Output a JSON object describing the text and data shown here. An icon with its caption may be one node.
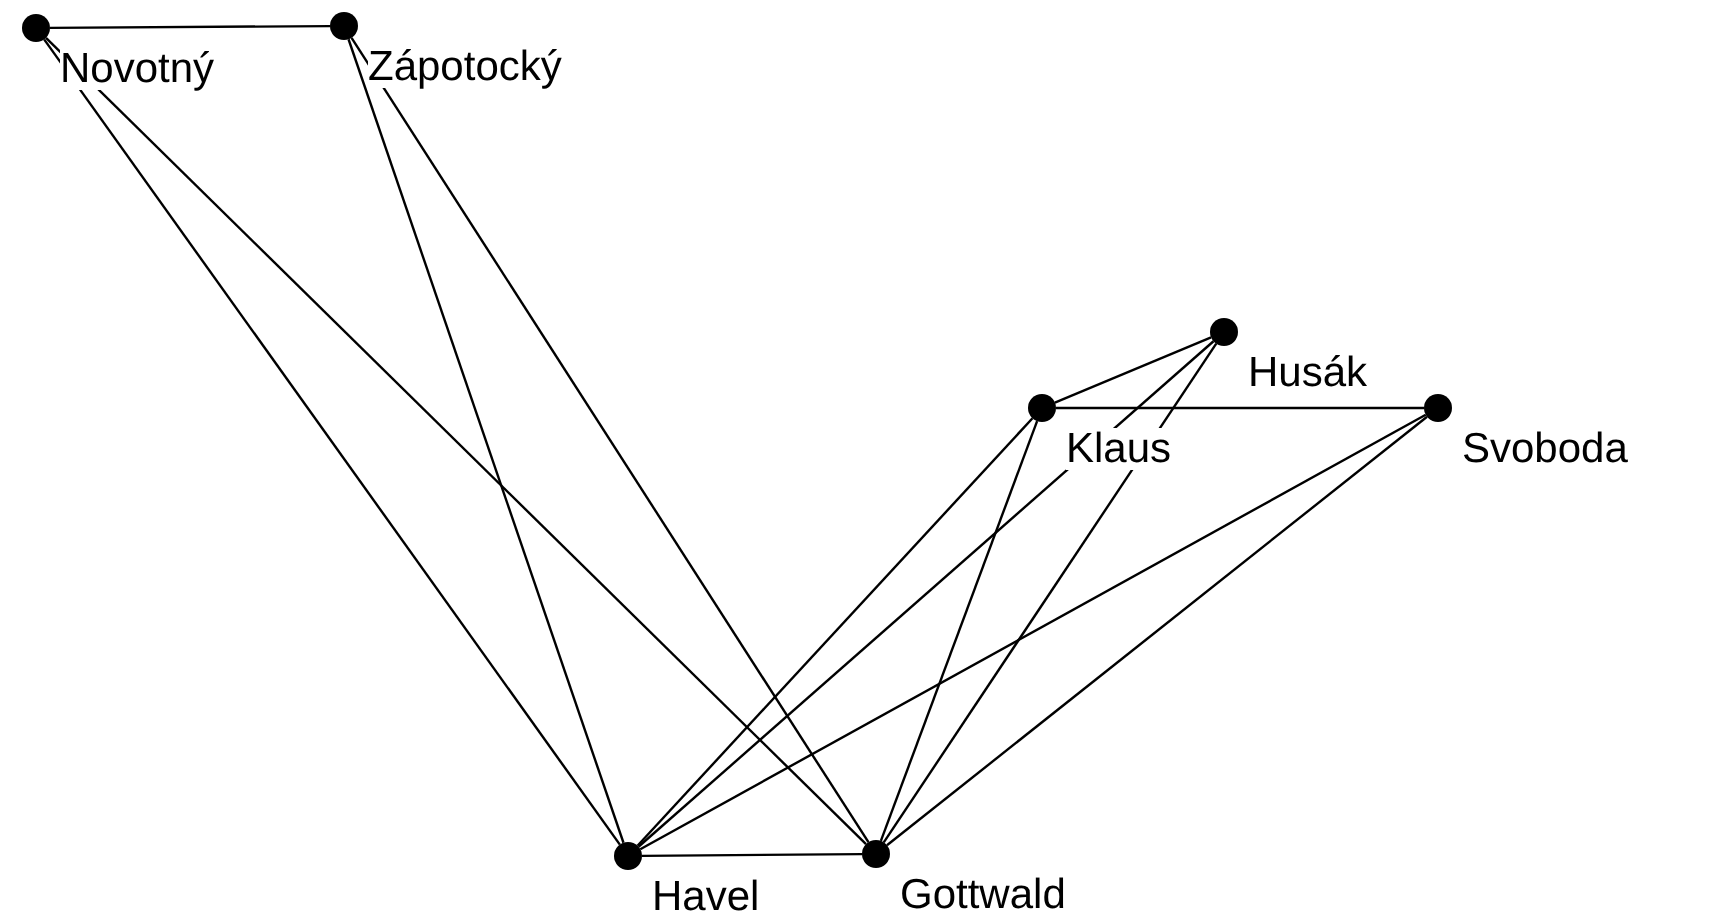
{
  "diagram": {
    "nodes": [
      {
        "text": [],
        "shape": "circle",
        "beside": [
          "Novotný"
        ]
      },
      {
        "text": [],
        "shape": "circle",
        "beside": [
          "Zápotocký"
        ]
      },
      {
        "text": [],
        "shape": "circle",
        "beside": [
          "Husák"
        ]
      },
      {
        "text": [],
        "shape": "circle",
        "beside": [
          "Klaus"
        ]
      },
      {
        "text": [],
        "shape": "circle",
        "beside": [
          "Svoboda"
        ]
      },
      {
        "text": [],
        "shape": "circle",
        "beside": [
          "Havel"
        ]
      },
      {
        "text": [],
        "shape": "circle",
        "beside": [
          "Gottwald"
        ]
      }
    ],
    "edges": [
      {
        "from": 0,
        "to": 1,
        "arrow": "none"
      },
      {
        "from": 0,
        "to": 5,
        "arrow": "none"
      },
      {
        "from": 0,
        "to": 6,
        "arrow": "none"
      },
      {
        "from": 1,
        "to": 5,
        "arrow": "none"
      },
      {
        "from": 1,
        "to": 6,
        "arrow": "none"
      },
      {
        "from": 3,
        "to": 2,
        "arrow": "none"
      },
      {
        "from": 3,
        "to": 4,
        "arrow": "none"
      },
      {
        "from": 2,
        "to": 5,
        "arrow": "none"
      },
      {
        "from": 2,
        "to": 6,
        "arrow": "none"
      },
      {
        "from": 3,
        "to": 5,
        "arrow": "none"
      },
      {
        "from": 3,
        "to": 6,
        "arrow": "none"
      },
      {
        "from": 4,
        "to": 5,
        "arrow": "none"
      },
      {
        "from": 4,
        "to": 6,
        "arrow": "none"
      },
      {
        "from": 5,
        "to": 6,
        "arrow": "none"
      }
    ]
  }
}
